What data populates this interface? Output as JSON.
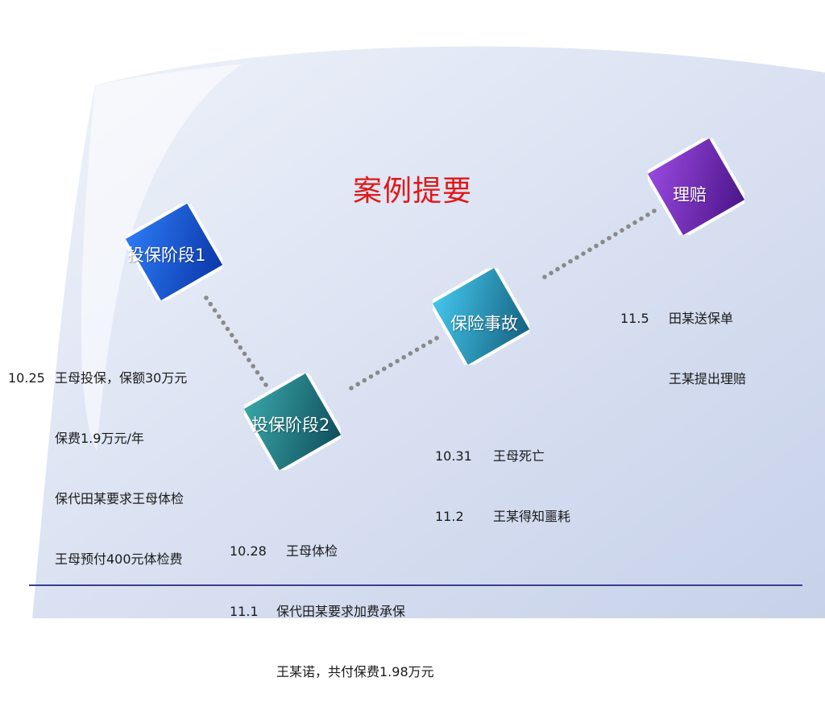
{
  "title": "案例提要",
  "colors": {
    "title": "#e01818",
    "stage1": "#0a4fd8",
    "stage2": "#1e7c84",
    "stage3": "#2aa0cc",
    "stage4": "#6a28b0",
    "dots": "#8a8a8a",
    "footer_line": "#3b3f8f"
  },
  "stages": [
    {
      "id": "stage1",
      "label": "投保阶段1"
    },
    {
      "id": "stage2",
      "label": "投保阶段2"
    },
    {
      "id": "stage3",
      "label": "保险事故"
    },
    {
      "id": "stage4",
      "label": "理赔"
    }
  ],
  "notes": {
    "stage1": {
      "lines": [
        {
          "date": "10.25",
          "text": "王母投保，保额30万元"
        },
        {
          "date": "",
          "text": "保费1.9万元/年"
        },
        {
          "date": "",
          "text": "保代田某要求王母体检"
        },
        {
          "date": "",
          "text": "王母预付400元体检费"
        }
      ]
    },
    "stage2": {
      "lines": [
        {
          "date": "10.28",
          "text": "王母体检"
        },
        {
          "date": "11.1",
          "text": "保代田某要求加费承保"
        },
        {
          "date": "",
          "text": "王某诺，共付保费1.98万元"
        }
      ]
    },
    "stage3": {
      "lines": [
        {
          "date": "10.31",
          "text": "王母死亡"
        },
        {
          "date": "11.2",
          "text": "王某得知噩耗"
        }
      ]
    },
    "stage4": {
      "lines": [
        {
          "date": "11.5",
          "text": "田某送保单"
        },
        {
          "date": "",
          "text": "王某提出理赔"
        }
      ]
    }
  }
}
